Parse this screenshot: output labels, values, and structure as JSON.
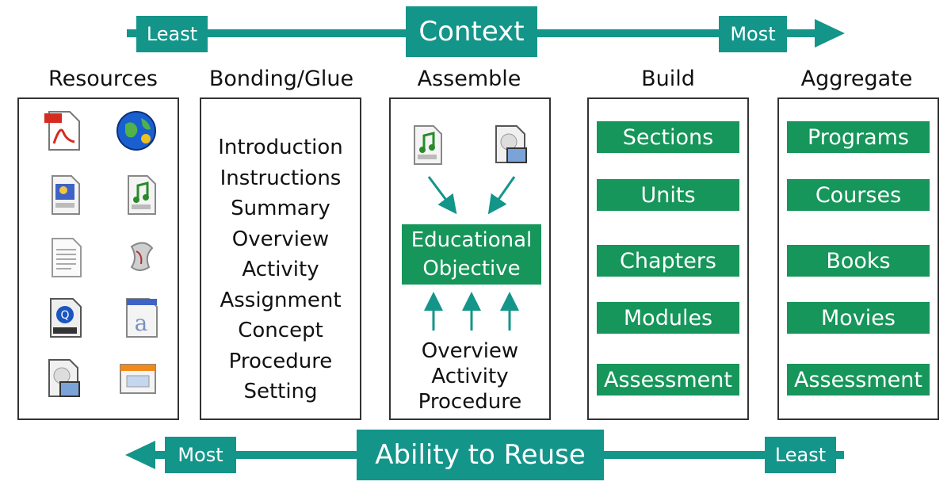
{
  "top_axis": {
    "least_label": "Least",
    "title": "Context",
    "most_label": "Most"
  },
  "bottom_axis": {
    "most_label": "Most",
    "title": "Ability to Reuse",
    "least_label": "Least"
  },
  "columns": {
    "resources": {
      "title": "Resources",
      "icons": [
        "pdf-icon",
        "globe-icon",
        "jpeg-icon",
        "mp3-icon",
        "document-icon",
        "flash-icon",
        "movie-icon",
        "text-icon",
        "image-file-icon",
        "window-icon"
      ]
    },
    "bonding": {
      "title": "Bonding/Glue",
      "items": [
        "Introduction",
        "Instructions",
        "Summary",
        "Overview",
        "Activity",
        "Assignment",
        "Concept",
        "Procedure",
        "Setting"
      ]
    },
    "assemble": {
      "title": "Assemble",
      "objective_line1": "Educational",
      "objective_line2": "Objective",
      "items": [
        "Overview",
        "Activity",
        "Procedure"
      ],
      "icons": [
        "mp3-icon",
        "image-file-icon"
      ]
    },
    "build": {
      "title": "Build",
      "items": [
        "Sections",
        "Units",
        "Chapters",
        "Modules",
        "Assessment"
      ]
    },
    "aggregate": {
      "title": "Aggregate",
      "items": [
        "Programs",
        "Courses",
        "Books",
        "Movies",
        "Assessment"
      ]
    }
  },
  "colors": {
    "teal": "#14958a",
    "green": "#16965a",
    "border": "#333333"
  }
}
